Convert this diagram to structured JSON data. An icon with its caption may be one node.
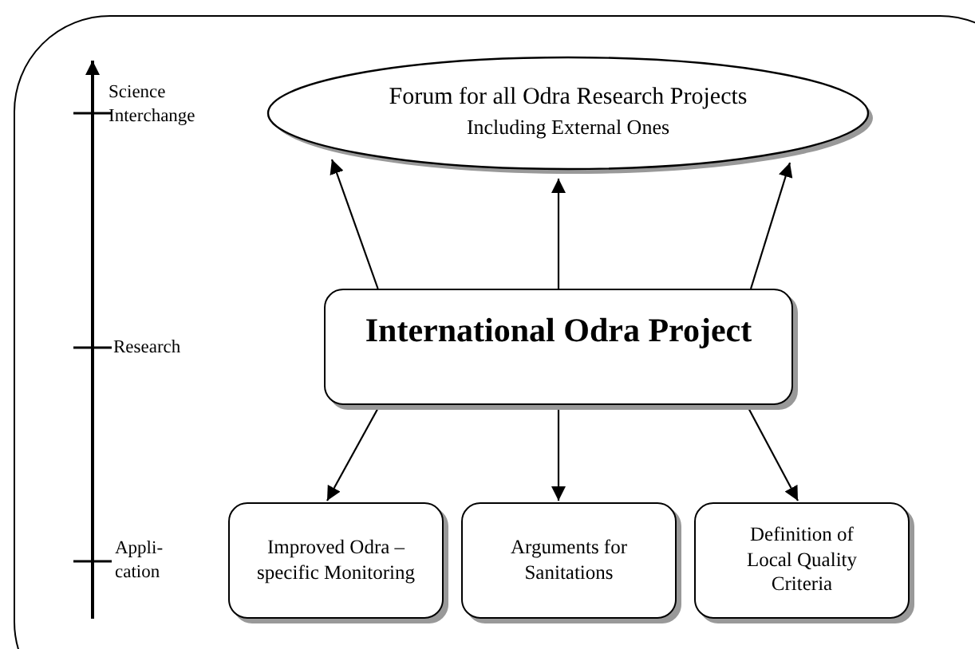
{
  "diagram": {
    "nodes": [
      {
        "text": [
          "Forum for all Odra Research Projects",
          "Including External Ones"
        ]
      },
      {
        "text": [
          "International Odra Project"
        ]
      },
      {
        "text": [
          "Improved Odra – specific Monitoring"
        ]
      },
      {
        "text": [
          "Arguments for Sanitations"
        ]
      },
      {
        "text": [
          "Definition of Local Quality Criteria"
        ]
      }
    ],
    "edges": [
      {
        "from": 1,
        "to": 0,
        "arrow": "to"
      },
      {
        "from": 1,
        "to": 0,
        "arrow": "to"
      },
      {
        "from": 1,
        "to": 0,
        "arrow": "to"
      },
      {
        "from": 1,
        "to": 2,
        "arrow": "to"
      },
      {
        "from": 1,
        "to": 3,
        "arrow": "to"
      },
      {
        "from": 1,
        "to": 4,
        "arrow": "to"
      }
    ],
    "labels": [
      "Science Interchange",
      "Research",
      "Appli- cation"
    ]
  }
}
